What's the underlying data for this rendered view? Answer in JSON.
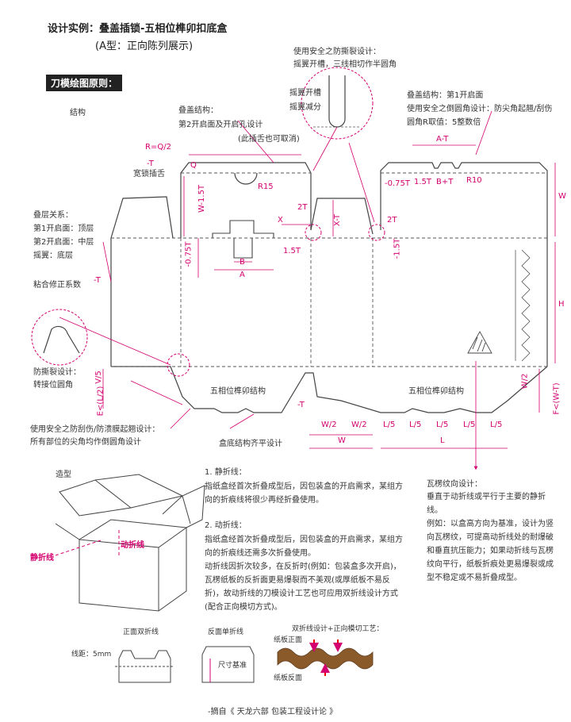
{
  "title": "设计实例：叠盖插锁-五相位榫卯扣底盒",
  "subtitle": "(A型：正向陈列展示)",
  "section_header": "刀模绘图原则：",
  "structure_label": "结构",
  "notes": {
    "tear_top": [
      "使用安全之防撕裂设计：",
      "摇翼开槽，三线相切作半圆角"
    ],
    "wing": [
      "摇翼开槽",
      "摇翼减分"
    ],
    "overlap_left": [
      "叠盖结构：",
      "第2开启面及开启孔设计"
    ],
    "overlap_left_paren": "(此插舌也可取消)",
    "overlap_right": [
      "叠盖结构：第1开启面",
      "使用安全之倒圆角设计：防尖角起翘/刮伤",
      "圆角R取值：5整数倍"
    ],
    "layers": [
      "叠层关系：",
      "第1开启面：顶层",
      "第2开启面：中层",
      "摇翼：底层"
    ],
    "glue": "粘合修正系数",
    "tear_side": [
      "防撕裂设计：",
      "转接位圆角"
    ],
    "safety_bottom": [
      "使用安全之防刮伤/防溃膜起翘设计：",
      "所有部位的尖角均作倒圆角设计"
    ],
    "bottom_align": "盒底结构齐平设计",
    "corrugation_title": "瓦楞纹向设计：",
    "corrugation_body": [
      "垂直于动折线或平行于主要的静折线。",
      "例如：以盒高方向为基准，设计为竖向瓦楞纹，可提高动折线处的耐爆破和垂直抗压能力；如果动折线与瓦楞纹向平行，纸板折痕处更易爆裂或成型不稳定或不易折叠成型。"
    ]
  },
  "dims": {
    "rq": "R=Q/2",
    "mt": "-T",
    "lock_tab": "宽锁插舌",
    "q": "Q",
    "w15t": "W-1.5T",
    "r15": "R15",
    "x": "X",
    "b": "B",
    "a": "A",
    "t2l": "2T",
    "t2r": "2T",
    "xt": "X-T",
    "t15a": "1.5T",
    "m075l": "-0.75T",
    "m15r": "-1.5T",
    "at": "A-T",
    "m075r": "-0.75T",
    "t15b": "1.5T",
    "bt": "B+T",
    "r10": "R10",
    "w": "W",
    "h": "H",
    "glue_t": "-T",
    "v5": "V/5",
    "el2": "E<(L/2)",
    "w2r": "W/2",
    "fwt": "F<(W-T)",
    "mtb": "-T",
    "w2a": "W/2",
    "w2b": "W/2",
    "l5a": "L/5",
    "l5b": "L/5",
    "l5c": "L/5",
    "l5d": "L/5",
    "l5e": "L/5",
    "wb": "W",
    "lb": "L"
  },
  "panel_label_1": "五相位榫卯结构",
  "panel_label_2": "五相位榫卯结构",
  "shape_label": "造型",
  "static_line": "静折线",
  "dynamic_line": "动折线",
  "text1": {
    "head": "1. 静折线：",
    "body": "指纸盒经首次折叠成型后，因包装盒的开启需求，某组方向的折痕线将很少再经折叠使用。"
  },
  "text2": {
    "head": "2. 动折线：",
    "body1": "指纸盒经首次折叠成型后，因包装盒的开启需求，某组方向的折痕线还需多次折叠使用。",
    "body2": "动折线因折次较多，在反折时(例如：包装盒多次开启)，瓦楞纸板的反折面更易爆裂而不美观(或厚纸板不易反折)，故动折线的刀模设计工艺也可应用双折线设计方式(配合正向模切方式)。"
  },
  "bottom": {
    "dbl": "正面双折线",
    "line_dist": "线距：5mm",
    "rev": "反面单折线",
    "size_ref": "尺寸基准",
    "combo": "双折线设计+正向模切工艺：",
    "front": "纸板正面",
    "back": "纸板反面"
  },
  "footer": "-摘自《 天龙六部 包装工程设计论 》",
  "colors": {
    "accent": "#d4006f",
    "line": "#333333"
  }
}
